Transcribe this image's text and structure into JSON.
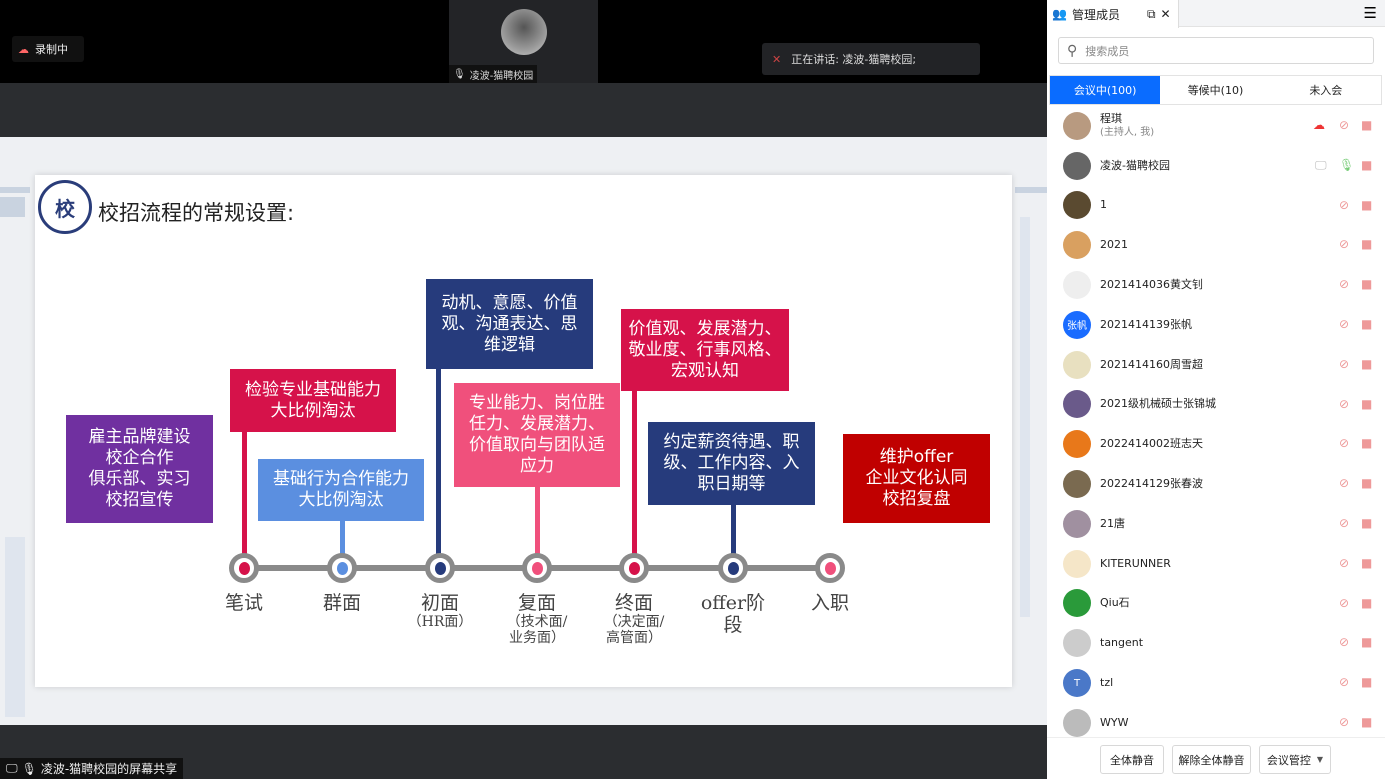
{
  "top": {
    "recording": "录制中",
    "camera_name": "凌波-猫聘校园",
    "speaking": "正在讲话: 凌波-猫聘校园;"
  },
  "slide": {
    "logo_text": "校",
    "title": "校招流程的常规设置:",
    "boxes": [
      "雇主品牌建设\n校企合作\n俱乐部、实习\n校招宣传",
      "检验专业基础能力\n大比例淘汰",
      "基础行为合作能力\n大比例淘汰",
      "动机、意愿、价值\n观、沟通表达、思\n维逻辑",
      "专业能力、岗位胜\n任力、发展潜力、\n价值取向与团队适\n应力",
      "价值观、发展潜力、\n敬业度、行事风格、\n宏观认知",
      "约定薪资待遇、职\n级、工作内容、入\n职日期等",
      "维护offer\n企业文化认同\n校招复盘"
    ],
    "stages": [
      {
        "name": "笔试",
        "sub": ""
      },
      {
        "name": "群面",
        "sub": ""
      },
      {
        "name": "初面",
        "sub": "（HR面）"
      },
      {
        "name": "复面",
        "sub": "（技术面/\n业务面）"
      },
      {
        "name": "终面",
        "sub": "（决定面/\n高管面）"
      },
      {
        "name": "offer阶\n段",
        "sub": ""
      },
      {
        "name": "入职",
        "sub": ""
      }
    ],
    "colors": {
      "purple": "#7030a0",
      "red": "#d6124a",
      "blue": "#5b8fe0",
      "navy": "#263b7c",
      "pink": "#f0507c",
      "darkred": "#c00000"
    }
  },
  "share_label": "凌波-猫聘校园的屏幕共享",
  "panel": {
    "title": "管理成员",
    "search_placeholder": "搜索成员",
    "tabs": [
      "会议中(100)",
      "等候中(10)",
      "未入会"
    ],
    "members": [
      {
        "name": "程琪",
        "sub": "(主持人, 我)"
      },
      {
        "name": "凌波-猫聘校园",
        "sub": ""
      },
      {
        "name": "1",
        "sub": ""
      },
      {
        "name": "2021",
        "sub": ""
      },
      {
        "name": "2021414036黄文钊",
        "sub": ""
      },
      {
        "name": "2021414139张帆",
        "sub": "",
        "avatar_text": "张帆"
      },
      {
        "name": "2021414160周雪超",
        "sub": ""
      },
      {
        "name": "2021级机械硕士张锦城",
        "sub": ""
      },
      {
        "name": "2022414002班志天",
        "sub": ""
      },
      {
        "name": "2022414129张春波",
        "sub": ""
      },
      {
        "name": "21唐",
        "sub": ""
      },
      {
        "name": "KITERUNNER",
        "sub": ""
      },
      {
        "name": "Qiu石",
        "sub": ""
      },
      {
        "name": "tangent",
        "sub": ""
      },
      {
        "name": "tzl",
        "sub": "",
        "avatar_text": "T"
      },
      {
        "name": "WYW",
        "sub": ""
      }
    ],
    "buttons": {
      "mute_all": "全体静音",
      "unmute_all": "解除全体静音",
      "control": "会议管控"
    }
  }
}
